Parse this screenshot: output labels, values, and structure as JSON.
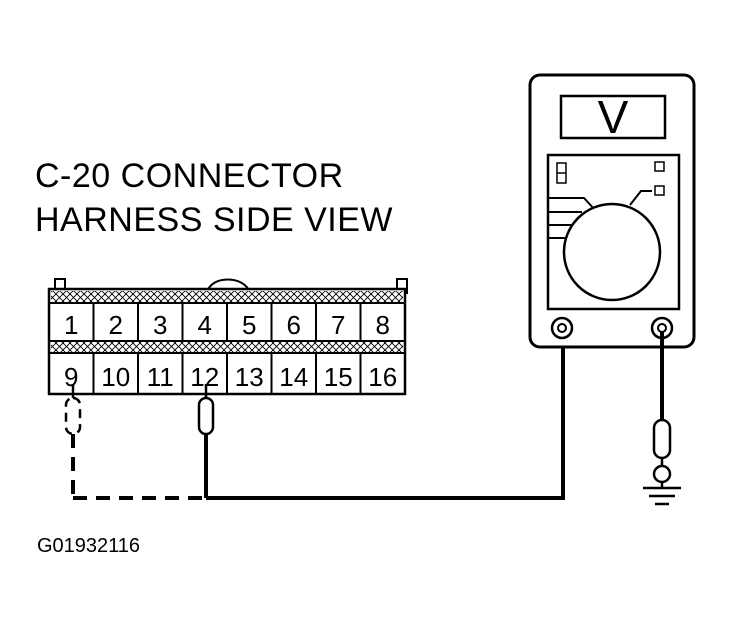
{
  "title": {
    "line1": "C-20 CONNECTOR",
    "line2": "HARNESS SIDE VIEW"
  },
  "connector": {
    "top_row": [
      "1",
      "2",
      "3",
      "4",
      "5",
      "6",
      "7",
      "8"
    ],
    "bottom_row": [
      "9",
      "10",
      "11",
      "12",
      "13",
      "14",
      "15",
      "16"
    ]
  },
  "meter": {
    "mode_symbol": "V"
  },
  "figure_id": "G01932116"
}
